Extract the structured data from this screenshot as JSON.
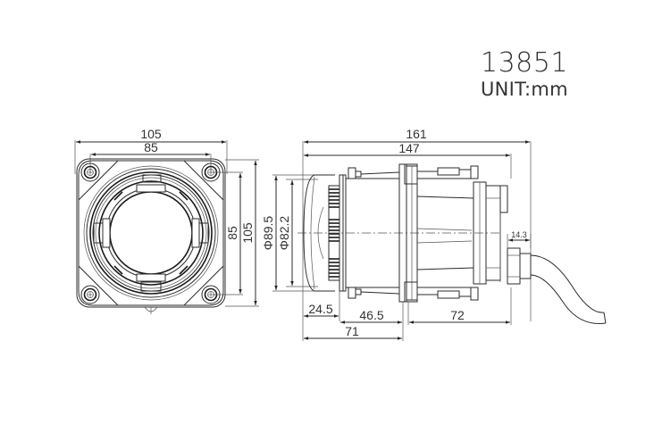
{
  "title_block": {
    "part_number": "13851",
    "unit_label": "UNIT:mm"
  },
  "front_view": {
    "dimensions": {
      "overall_width": "105",
      "hole_spacing_width": "85",
      "hole_spacing_height": "85",
      "overall_height": "105"
    },
    "mounting_holes": 4
  },
  "side_view": {
    "dimensions": {
      "overall_length": "161",
      "body_length": "147",
      "lens_diameter_outer": "Φ89.5",
      "lens_diameter_inner": "Φ82.2",
      "lens_depth": "24.5",
      "heatsink_section": "46.5",
      "rear_section": "72",
      "front_to_flange": "71",
      "connector_width": "14.3"
    }
  },
  "colors": {
    "line": "#2b2b2b",
    "background": "#ffffff",
    "text": "#333333"
  }
}
